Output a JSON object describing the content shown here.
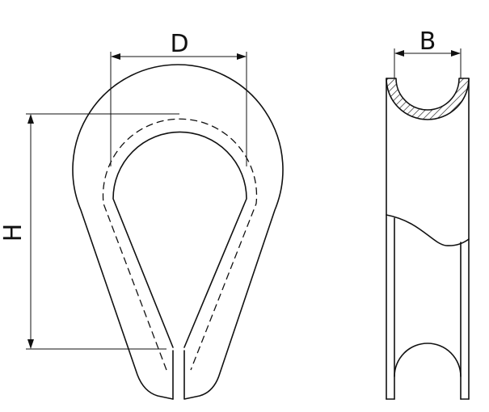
{
  "dimensions": {
    "d_label": "D",
    "b_label": "B",
    "h_label": "H"
  },
  "colors": {
    "line": "#111111",
    "background": "#ffffff"
  }
}
